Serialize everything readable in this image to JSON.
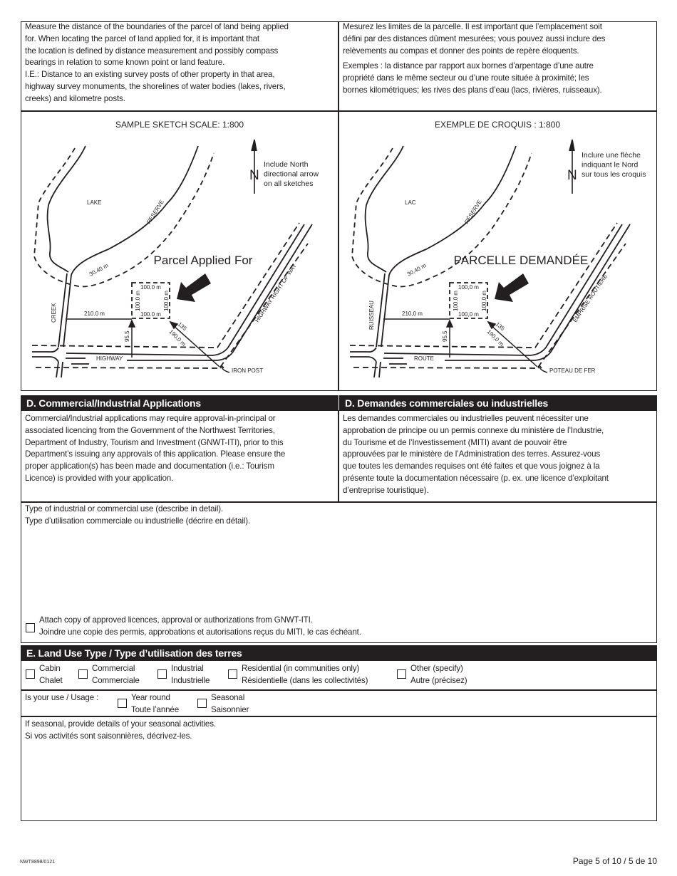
{
  "intro": {
    "en": {
      "p1": [
        "Measure the distance of the boundaries of the parcel of land being applied",
        "for. When locating the parcel of land applied for, it is important that",
        "the location is defined by distance measurement and possibly compass",
        "bearings in relation to some known point or land feature."
      ],
      "p2": [
        "I.E.: Distance to an existing survey posts of other property in that area,",
        "highway survey monuments, the shorelines of water bodies (lakes, rivers,",
        "creeks) and kilometre posts."
      ]
    },
    "fr": {
      "p1": [
        "Mesurez les limites de la parcelle. Il est important que l’emplacement soit",
        "défini par des distances dûment mesurées; vous pouvez aussi inclure des",
        "relèvements au compas et donner des points de repère éloquents."
      ],
      "p2": [
        "Exemples : la distance par rapport aux bornes d’arpentage d’une autre",
        "propriété dans le même secteur ou d’une route située à proximité; les",
        "bornes kilométriques; les rives des plans d’eau (lacs, rivières, ruisseaux)."
      ]
    }
  },
  "sketch_en": {
    "title": "SAMPLE SKETCH SCALE: 1:800",
    "north_letter": "N",
    "north_note": [
      "Include North",
      "directional arrow",
      "on all sketches"
    ],
    "lake": "LAKE",
    "reserve": "RESERVE",
    "shore_dist": "30.40 m",
    "parcel": "Parcel Applied For",
    "side_top": "100.0 m",
    "side_bottom": "100.0 m",
    "side_left": "100.0 m",
    "side_right": "100.0 m",
    "creek": "CREEK",
    "dist_creek": "210.0 m",
    "dist_hwy": "95.5",
    "bearing": "135",
    "dist_post": "190.0 m",
    "highway": "HIGHWAY",
    "row": "HIGHWAY RIGHT OF WAY",
    "post": "IRON POST"
  },
  "sketch_fr": {
    "title": "EXEMPLE DE CROQUIS : 1:800",
    "north_letter": "N",
    "north_note": [
      "Inclure une flèche",
      "indiquant le Nord",
      "sur tous les croquis"
    ],
    "lake": "LAC",
    "reserve": "RÉSERVE",
    "shore_dist": "30,40 m",
    "parcel": "PARCELLE DEMANDÉE",
    "side_top": "100,0 m",
    "side_bottom": "100,0 m",
    "side_left": "100,0 m",
    "side_right": "100,0 m",
    "creek": "RUISSEAU",
    "dist_creek": "210,0 m",
    "dist_hwy": "95.5",
    "bearing": "135",
    "dist_post": "190,0 m",
    "highway": "ROUTE",
    "row": "EMPRISE ROUTIÈRE",
    "post": "POTEAU DE FER"
  },
  "section_d": {
    "title_en": "D. Commercial/Industrial Applications",
    "title_fr": "D. Demandes commerciales ou industrielles",
    "text_en": [
      "Commercial/Industrial applications may require approval-in-principal or",
      "associated licencing from the Government of the Northwest Territories,",
      "Department of Industry, Tourism and Investment (GNWT-ITI), prior to this",
      "Department’s issuing any approvals of this application. Please ensure the",
      "proper application(s) has been made and documentation (i.e.: Tourism",
      "Licence) is provided with your application."
    ],
    "text_fr": [
      "Les demandes commerciales ou industrielles peuvent nécessiter une",
      "approbation de principe ou un permis connexe du ministère de l’Industrie,",
      "du Tourisme et de l’Investissement (MITI) avant de pouvoir être",
      "approuvées par le ministère de l’Administration des terres. Assurez-vous",
      "que toutes les demandes requises ont été faites et que vous joignez à la",
      "présente toute la documentation nécessaire (p. ex. une licence d’exploitant",
      "d’entreprise touristique)."
    ],
    "use_label_en": "Type of industrial or commercial use (describe in detail).",
    "use_label_fr": "Type d’utilisation commerciale ou industrielle (décrire en détail).",
    "use_value": "",
    "attach_en": "Attach copy of approved licences, approval or authorizations from GNWT-ITI.",
    "attach_fr": "Joindre une copie des permis, approbations et autorisations reçus du MITI, le cas échéant.",
    "attach_checked": false
  },
  "section_e": {
    "title": "E. Land Use Type / Type d’utilisation des terres",
    "types": [
      {
        "en": "Cabin",
        "fr": "Chalet",
        "checked": false
      },
      {
        "en": "Commercial",
        "fr": "Commerciale",
        "checked": false
      },
      {
        "en": "Industrial",
        "fr": "Industrielle",
        "checked": false
      },
      {
        "en": "Residential (in communities only)",
        "fr": "Résidentielle (dans les collectivités)",
        "checked": false
      },
      {
        "en": "Other (specify)",
        "fr": "Autre (précisez)",
        "checked": false
      }
    ],
    "usage_label": "Is your use / Usage :",
    "usage": [
      {
        "en": "Year round",
        "fr": "Toute l’année",
        "checked": false
      },
      {
        "en": "Seasonal",
        "fr": "Saisonnier",
        "checked": false
      }
    ],
    "seasonal_label_en": "If seasonal, provide details of your seasonal activities.",
    "seasonal_label_fr": "Si vos activités sont saisonnières, décrivez-les.",
    "seasonal_value": ""
  },
  "footer": {
    "form_code": "NWT8898/0121",
    "page": "Page 5 of 10 / 5 de 10"
  }
}
